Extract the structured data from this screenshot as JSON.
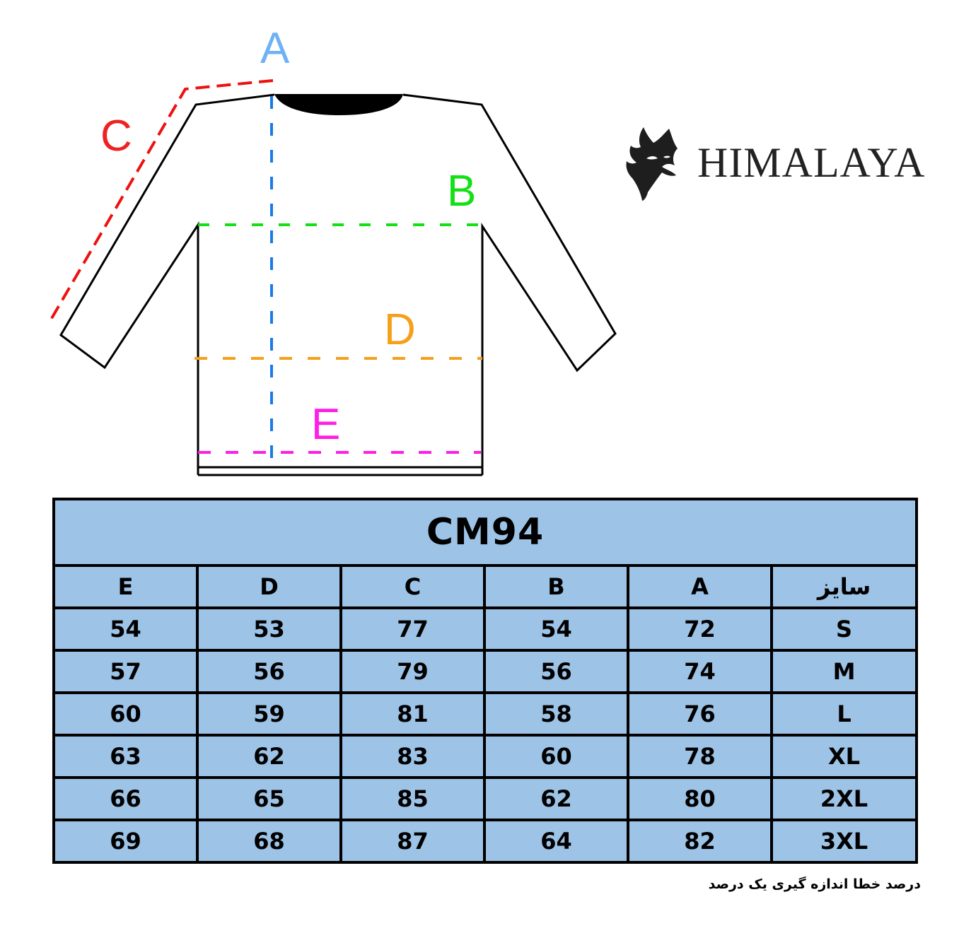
{
  "diagram": {
    "labels": {
      "A": {
        "text": "A",
        "color": "#6fb1f5"
      },
      "B": {
        "text": "B",
        "color": "#14e014"
      },
      "C": {
        "text": "C",
        "color": "#ee2222"
      },
      "D": {
        "text": "D",
        "color": "#f5a01a"
      },
      "E": {
        "text": "E",
        "color": "#ff1ee6"
      }
    },
    "line_colors": {
      "A": "#1a7ae8",
      "B": "#14e014",
      "C": "#ee1111",
      "D": "#f5a01a",
      "E": "#ff1ee6"
    }
  },
  "logo": {
    "brand": "HIMALAYA",
    "icon": "wolf-head-icon"
  },
  "table": {
    "title": "CM94",
    "header_bg": "#9dc3e6",
    "columns": [
      "E",
      "D",
      "C",
      "B",
      "A",
      "سایز"
    ],
    "rows": [
      {
        "E": "54",
        "D": "53",
        "C": "77",
        "B": "54",
        "A": "72",
        "size": "S"
      },
      {
        "E": "57",
        "D": "56",
        "C": "79",
        "B": "56",
        "A": "74",
        "size": "M"
      },
      {
        "E": "60",
        "D": "59",
        "C": "81",
        "B": "58",
        "A": "76",
        "size": "L"
      },
      {
        "E": "63",
        "D": "62",
        "C": "83",
        "B": "60",
        "A": "78",
        "size": "XL"
      },
      {
        "E": "66",
        "D": "65",
        "C": "85",
        "B": "62",
        "A": "80",
        "size": "2XL"
      },
      {
        "E": "69",
        "D": "68",
        "C": "87",
        "B": "64",
        "A": "82",
        "size": "3XL"
      }
    ]
  },
  "footer_note": "درصد خطا اندازه گیری یک درصد"
}
